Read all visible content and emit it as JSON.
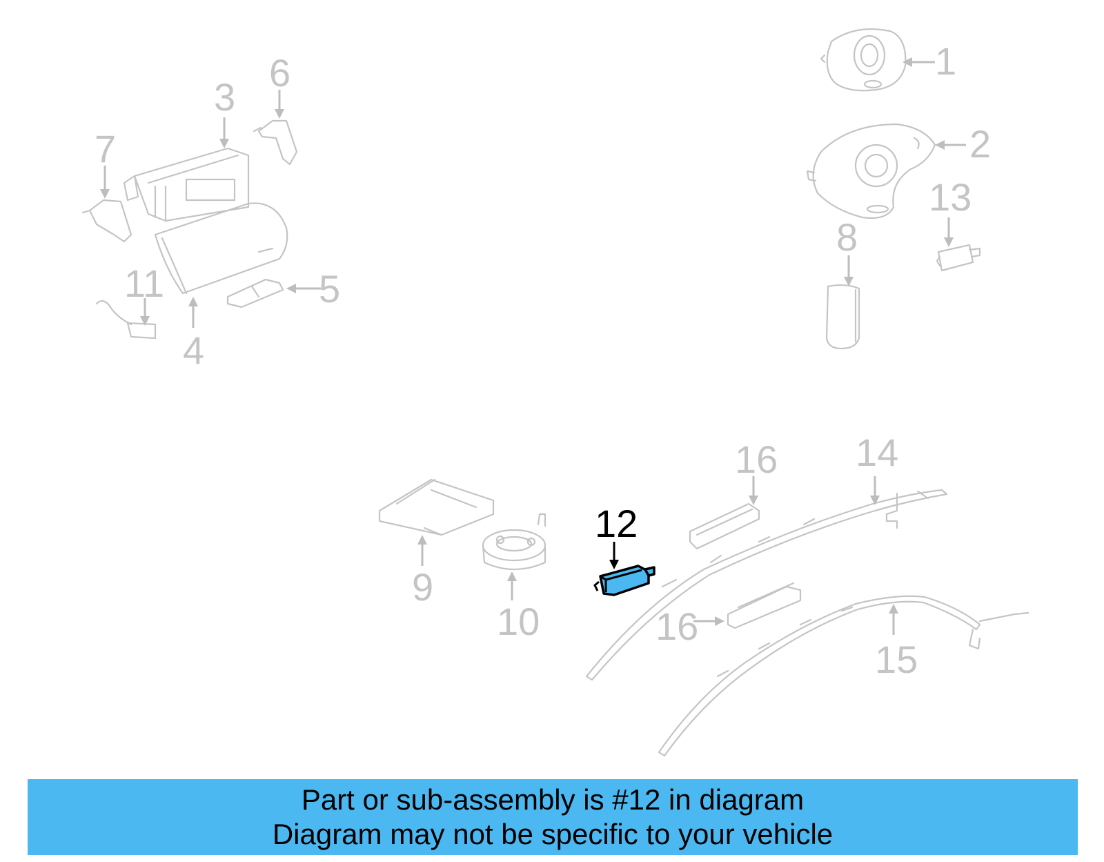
{
  "diagram": {
    "highlight_color": "#4bb8f2",
    "muted_color": "#c4c4c4",
    "highlighted_label": "12",
    "callouts": {
      "c1": "1",
      "c2": "2",
      "c3": "3",
      "c4": "4",
      "c5": "5",
      "c6": "6",
      "c7": "7",
      "c8": "8",
      "c9": "9",
      "c10": "10",
      "c11": "11",
      "c12": "12",
      "c13": "13",
      "c14": "14",
      "c15": "15",
      "c16a": "16",
      "c16b": "16"
    }
  },
  "banner": {
    "background": "#4cb8f1",
    "line1": "Part or sub-assembly is #12 in diagram",
    "line2": "Diagram may not be specific to your vehicle"
  }
}
